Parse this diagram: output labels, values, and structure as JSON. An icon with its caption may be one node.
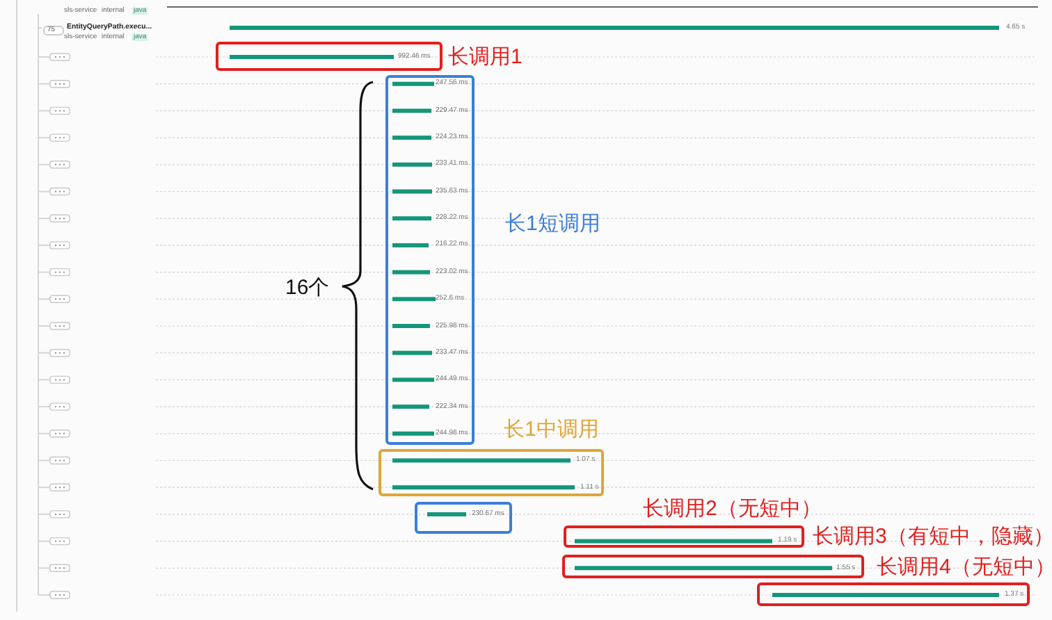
{
  "diagram": {
    "nodes": [
      {
        "text": [
          "992.46 ms"
        ],
        "beside": [
          "长调用1"
        ]
      },
      {
        "text": [
          "247.56 ms",
          "229.47 ms",
          "224.23 ms",
          "233.41 ms",
          "235.63 ms",
          "228.22 ms",
          "216.22 ms",
          "223.02 ms",
          "252.6 ms",
          "225.98 ms",
          "233.47 ms",
          "244.49 ms",
          "222.34 ms",
          "244.98 ms"
        ],
        "beside": [
          "长1短调用"
        ]
      },
      {
        "text": [
          "1.07 s",
          "1.11 s"
        ],
        "beside": [
          "长1中调用"
        ]
      },
      {
        "text": [
          "230.67 ms"
        ]
      },
      {
        "text": [
          "1.19 s"
        ]
      },
      {
        "text": [
          "1.55 s"
        ]
      },
      {
        "text": [
          "1.37 s"
        ]
      }
    ],
    "labels": [
      "sls-service",
      "internal",
      "java",
      "75",
      "EntityQueryPath.execu...",
      "sls-service",
      "internal",
      "java",
      "4.65 s",
      "16个",
      "长调用2（无短中）",
      "长调用3（有短中，隐藏）",
      "长调用4（无短中）"
    ]
  }
}
